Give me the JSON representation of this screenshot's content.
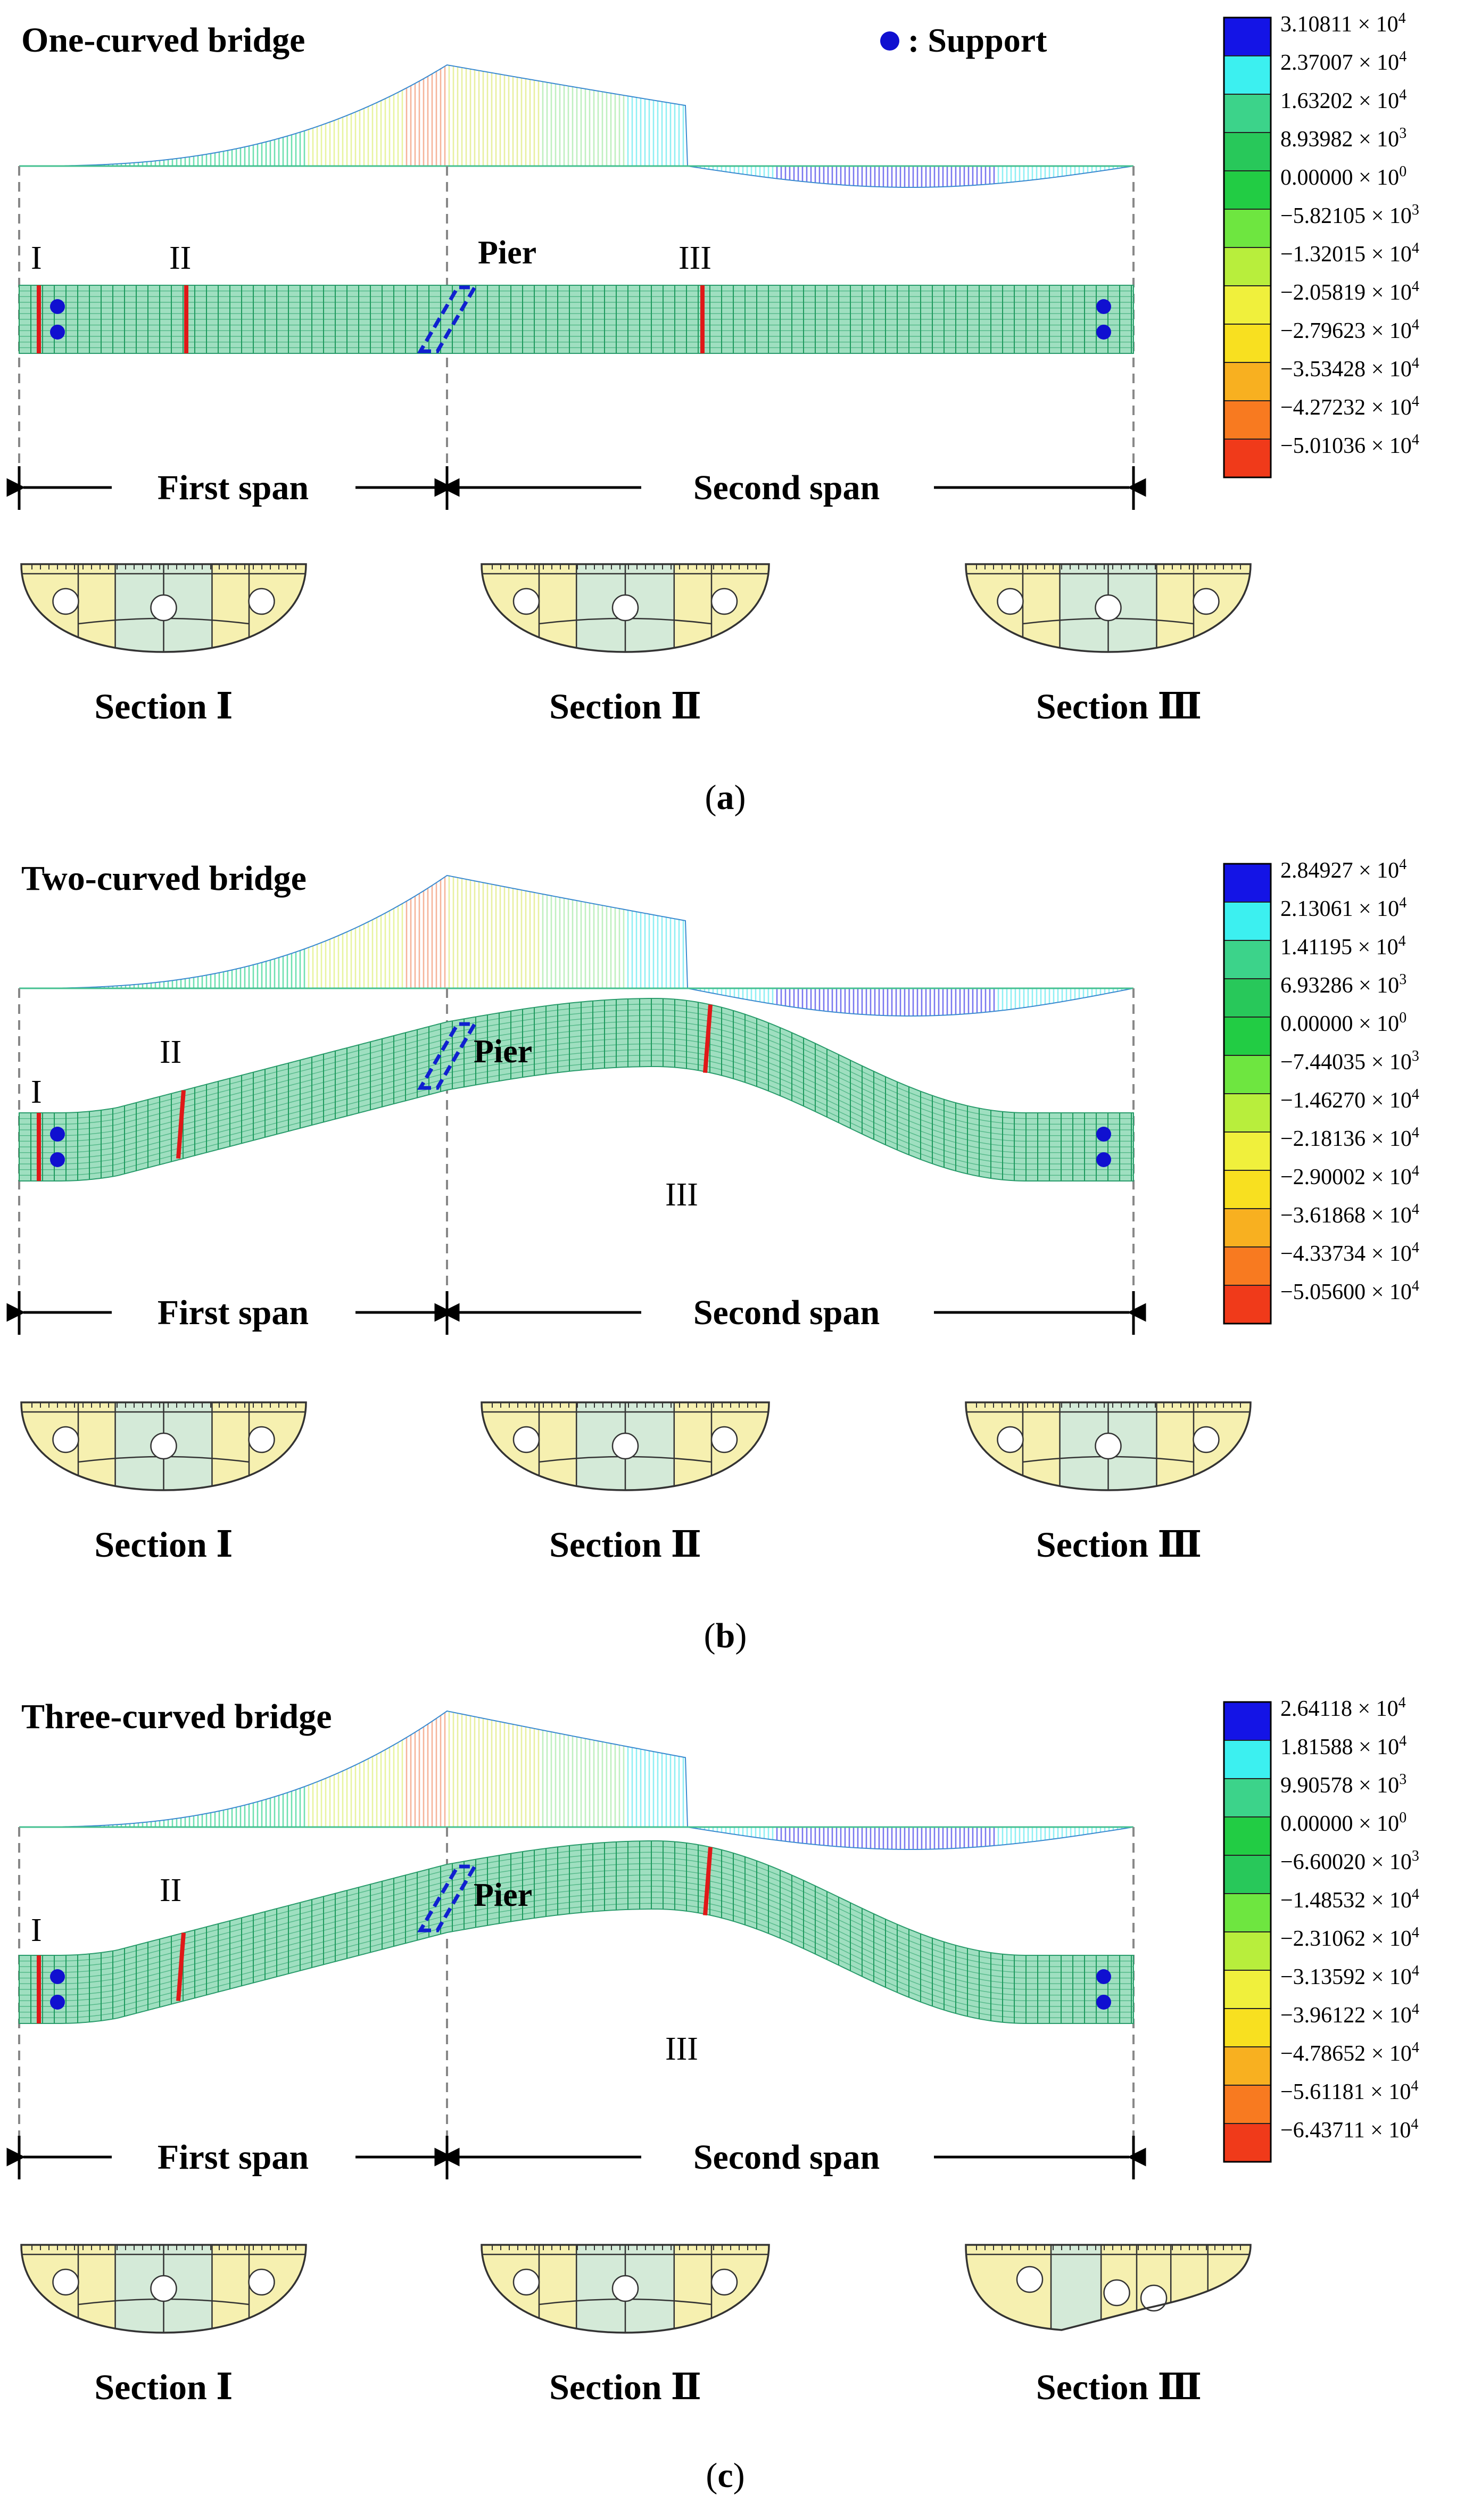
{
  "support_legend": {
    "label": ": Support",
    "color": "#1010d0"
  },
  "panels": [
    {
      "title": "One-curved bridge",
      "caption_letter": "a",
      "layout": "straight",
      "section3_type": "standard",
      "legend_values": [
        "3.10811",
        "2.37007",
        "1.63202",
        "8.93982",
        "0.00000",
        "−5.82105",
        "−1.32015",
        "−2.05819",
        "−2.79623",
        "−3.53428",
        "−4.27232",
        "−5.01036"
      ],
      "legend_exponents": [
        "4",
        "4",
        "4",
        "3",
        "0",
        "3",
        "4",
        "4",
        "4",
        "4",
        "4",
        "4"
      ],
      "legend_colors": [
        "#1414e6",
        "#3cf0f0",
        "#3cd38a",
        "#28c85a",
        "#22cc44",
        "#6ee640",
        "#b8ee3c",
        "#f0f03c",
        "#f8e020",
        "#f8b020",
        "#f87a20",
        "#f03a1a"
      ],
      "labels": {
        "I": "I",
        "II": "II",
        "III": "III",
        "pier": "Pier"
      },
      "spans": {
        "first": "First span",
        "second": "Second span"
      },
      "sections": [
        "Section Ⅰ",
        "Section Ⅱ",
        "Section Ⅲ"
      ]
    },
    {
      "title": "Two-curved bridge",
      "caption_letter": "b",
      "layout": "two-curved",
      "section3_type": "standard",
      "legend_values": [
        "2.84927",
        "2.13061",
        "1.41195",
        "6.93286",
        "0.00000",
        "−7.44035",
        "−1.46270",
        "−2.18136",
        "−2.90002",
        "−3.61868",
        "−4.33734",
        "−5.05600"
      ],
      "legend_exponents": [
        "4",
        "4",
        "4",
        "3",
        "0",
        "3",
        "4",
        "4",
        "4",
        "4",
        "4",
        "4"
      ],
      "legend_colors": [
        "#1414e6",
        "#3cf0f0",
        "#3cd38a",
        "#28c85a",
        "#22cc44",
        "#6ee640",
        "#b8ee3c",
        "#f0f03c",
        "#f8e020",
        "#f8b020",
        "#f87a20",
        "#f03a1a"
      ],
      "labels": {
        "I": "I",
        "II": "II",
        "III": "III",
        "pier": "Pier"
      },
      "spans": {
        "first": "First span",
        "second": "Second span"
      },
      "sections": [
        "Section Ⅰ",
        "Section Ⅱ",
        "Section Ⅲ"
      ]
    },
    {
      "title": "Three-curved bridge",
      "caption_letter": "c",
      "layout": "three-curved",
      "section3_type": "asymmetric",
      "legend_values": [
        "2.64118",
        "1.81588",
        "9.90578",
        "0.00000",
        "−6.60020",
        "−1.48532",
        "−2.31062",
        "−3.13592",
        "−3.96122",
        "−4.78652",
        "−5.61181",
        "−6.43711"
      ],
      "legend_exponents": [
        "4",
        "4",
        "3",
        "0",
        "3",
        "4",
        "4",
        "4",
        "4",
        "4",
        "4",
        "4"
      ],
      "legend_colors": [
        "#1414e6",
        "#3cf0f0",
        "#3cd38a",
        "#22cc44",
        "#28c85a",
        "#6ee640",
        "#b8ee3c",
        "#f0f03c",
        "#f8e020",
        "#f8b020",
        "#f87a20",
        "#f03a1a"
      ],
      "labels": {
        "I": "I",
        "II": "II",
        "III": "III",
        "pier": "Pier"
      },
      "spans": {
        "first": "First span",
        "second": "Second span"
      },
      "sections": [
        "Section Ⅰ",
        "Section Ⅱ",
        "Section Ⅲ"
      ]
    }
  ]
}
